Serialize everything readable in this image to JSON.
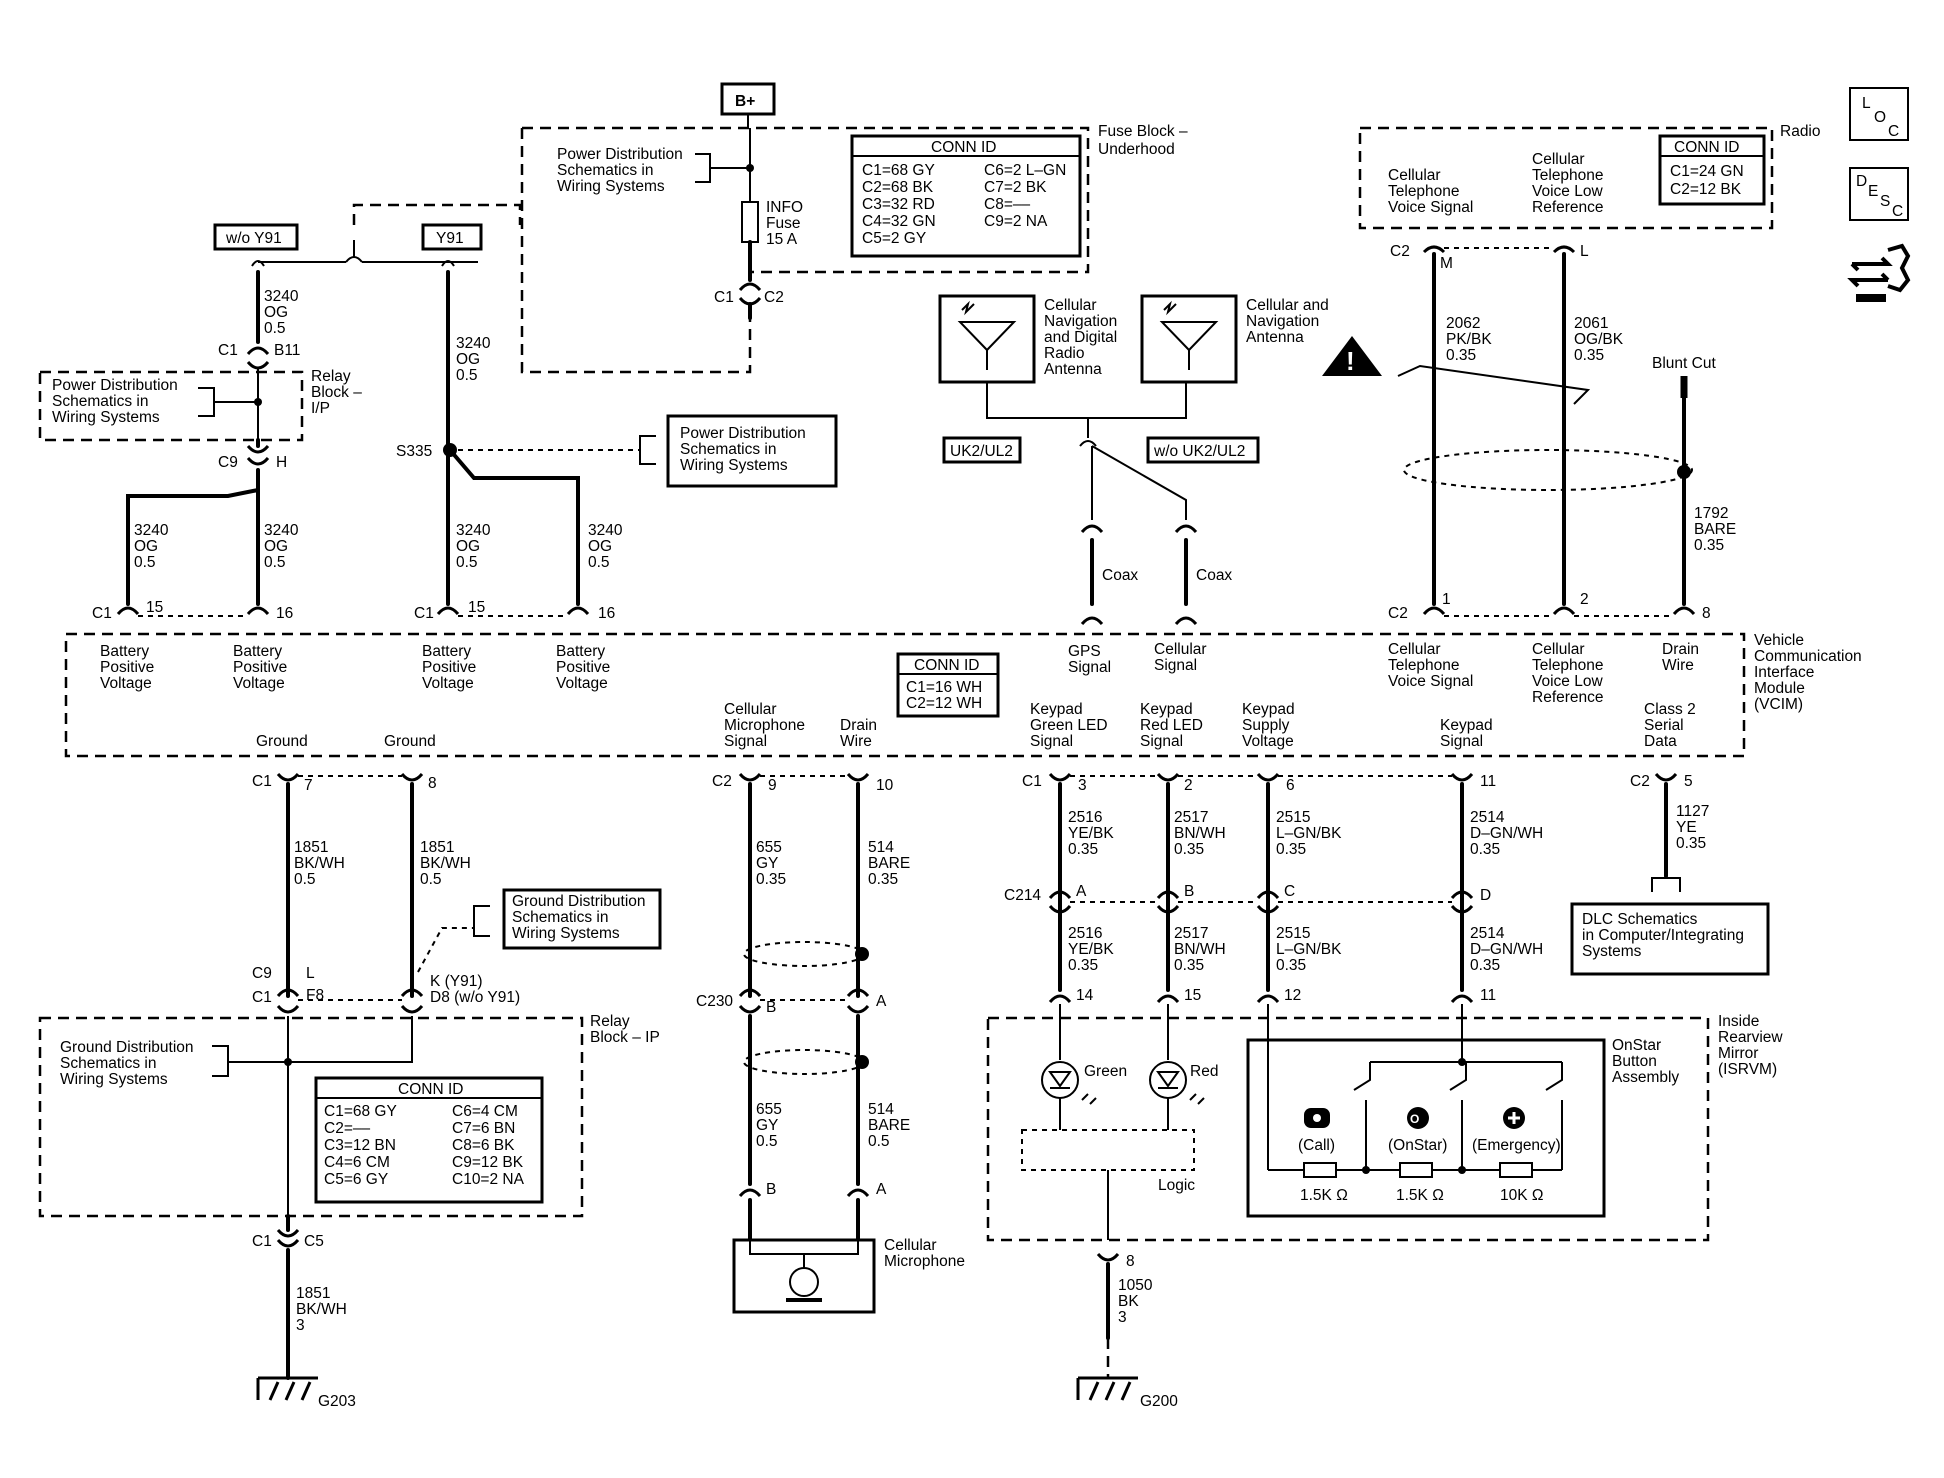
{
  "supply": {
    "b_plus": "B+"
  },
  "fuse_block": {
    "title_1": "Fuse Block –",
    "title_2": "Underhood",
    "pd_ref_1": "Power Distribution",
    "pd_ref_2": "Schematics in",
    "pd_ref_3": "Wiring Systems",
    "fuse_1": "INFO",
    "fuse_2": "Fuse",
    "fuse_3": "15 A",
    "c1": "C1",
    "c2": "C2",
    "conn_title": "CONN ID",
    "conn_left": [
      "C1=68 GY",
      "C2=68 BK",
      "C3=32 RD",
      "C4=32 GN",
      "C5=2 GY"
    ],
    "conn_right": [
      "C6=2 L–GN",
      "C7=2 BK",
      "C8=––",
      "C9=2 NA"
    ]
  },
  "options": {
    "without_y91": "w/o Y91",
    "y91": "Y91",
    "uk2": "UK2/UL2",
    "wo_uk2": "w/o UK2/UL2"
  },
  "wire_3240": {
    "num": "3240",
    "color": "OG",
    "size": "0.5"
  },
  "relay_ip_top": {
    "c1": "C1",
    "b11": "B11",
    "title_1": "Relay",
    "title_2": "Block –",
    "title_3": "I/P",
    "pd_1": "Power Distribution",
    "pd_2": "Schematics in",
    "pd_3": "Wiring Systems",
    "c9": "C9",
    "h": "H"
  },
  "splice": {
    "s335": "S335",
    "pd_1": "Power Distribution",
    "pd_2": "Schematics in",
    "pd_3": "Wiring Systems"
  },
  "antennas": {
    "cell_nav_1": "Cellular",
    "cell_nav_2": "Navigation",
    "cell_nav_3": "and Digital",
    "cell_nav_4": "Radio",
    "cell_nav_5": "Antenna",
    "cn_1": "Cellular and",
    "cn_2": "Navigation",
    "cn_3": "Antenna",
    "coax": "Coax"
  },
  "radio": {
    "title": "Radio",
    "conn_title": "CONN ID",
    "conn": [
      "C1=24 GN",
      "C2=12 BK"
    ],
    "s1_1": "Cellular",
    "s1_2": "Telephone",
    "s1_3": "Voice Signal",
    "s2_1": "Cellular",
    "s2_2": "Telephone",
    "s2_3": "Voice Low",
    "s2_4": "Reference",
    "c2": "C2",
    "m": "M",
    "l": "L"
  },
  "wires_radio": {
    "w2062": [
      "2062",
      "PK/BK",
      "0.35"
    ],
    "w2061": [
      "2061",
      "OG/BK",
      "0.35"
    ],
    "blunt": "Blunt Cut",
    "w1792": [
      "1792",
      "BARE",
      "0.35"
    ]
  },
  "side_icons": {
    "loc_l": "L",
    "loc_o": "O",
    "loc_c": "C",
    "desc_d": "D",
    "desc_e": "E",
    "desc_s": "S",
    "desc_c": "C"
  },
  "vcim": {
    "name_1": "Vehicle",
    "name_2": "Communication",
    "name_3": "Interface",
    "name_4": "Module",
    "name_5": "(VCIM)",
    "c1": "C1",
    "c2": "C2",
    "p15": "15",
    "p16": "16",
    "p1": "1",
    "p2": "2",
    "p8": "8",
    "bpv_1": "Battery",
    "bpv_2": "Positive",
    "bpv_3": "Voltage",
    "gps_1": "GPS",
    "gps_2": "Signal",
    "cell_1": "Cellular",
    "cell_2": "Signal",
    "cv_1": "Cellular",
    "cv_2": "Telephone",
    "cv_3": "Voice Signal",
    "cl_1": "Cellular",
    "cl_2": "Telephone",
    "cl_3": "Voice Low",
    "cl_4": "Reference",
    "dw_1": "Drain",
    "dw_2": "Wire",
    "conn_title": "CONN ID",
    "conn": [
      "C1=16 WH",
      "C2=12 WH"
    ],
    "ground": "Ground",
    "mic_1": "Cellular",
    "mic_2": "Microphone",
    "mic_3": "Signal",
    "drain_1": "Drain",
    "drain_2": "Wire",
    "kg_1": "Keypad",
    "kg_2": "Green LED",
    "kg_3": "Signal",
    "kr_1": "Keypad",
    "kr_2": "Red LED",
    "kr_3": "Signal",
    "ks_1": "Keypad",
    "ks_2": "Supply",
    "ks_3": "Voltage",
    "kp_1": "Keypad",
    "kp_2": "Signal",
    "cs_1": "Class 2",
    "cs_2": "Serial",
    "cs_3": "Data",
    "p7": "7",
    "p8b": "8",
    "p9": "9",
    "p10": "10",
    "p3": "3",
    "p2b": "2",
    "p6": "6",
    "p11": "11",
    "p5": "5"
  },
  "ground_side": {
    "w1851": [
      "1851",
      "BK/WH",
      "0.5"
    ],
    "w1851_3": [
      "1851",
      "BK/WH",
      "3"
    ],
    "gd_1": "Ground Distribution",
    "gd_2": "Schematics in",
    "gd_3": "Wiring Systems",
    "c9": "C9",
    "c1": "C1",
    "l": "L",
    "f8": "F8",
    "k": "K (Y91)",
    "d8": "D8 (w/o Y91)",
    "relay_1": "Relay",
    "relay_2": "Block – IP",
    "conn_title": "CONN ID",
    "conn_left": [
      "C1=68 GY",
      "C2=––",
      "C3=12 BN",
      "C4=6 CM",
      "C5=6 GY"
    ],
    "conn_right": [
      "C6=4 CM",
      "C7=6 BN",
      "C8=6 BK",
      "C9=12 BK",
      "C10=2 NA"
    ],
    "c5": "C5",
    "g203": "G203"
  },
  "mic_side": {
    "w655": [
      "655",
      "GY",
      "0.35"
    ],
    "w514": [
      "514",
      "BARE",
      "0.35"
    ],
    "w655b": [
      "655",
      "GY",
      "0.5"
    ],
    "w514b": [
      "514",
      "BARE",
      "0.5"
    ],
    "c230": "C230",
    "b": "B",
    "a": "A",
    "mic_1": "Cellular",
    "mic_2": "Microphone"
  },
  "keypad_side": {
    "w2516": [
      "2516",
      "YE/BK",
      "0.35"
    ],
    "w2517": [
      "2517",
      "BN/WH",
      "0.35"
    ],
    "w2515": [
      "2515",
      "L–GN/BK",
      "0.35"
    ],
    "w2514": [
      "2514",
      "D–GN/WH",
      "0.35"
    ],
    "c214": "C214",
    "a": "A",
    "b": "B",
    "c": "C",
    "d": "D",
    "p14": "14",
    "p15": "15",
    "p12": "12",
    "p11": "11",
    "green": "Green",
    "red": "Red",
    "logic": "Logic",
    "isrvm_1": "Inside",
    "isrvm_2": "Rearview",
    "isrvm_3": "Mirror",
    "isrvm_4": "(ISRVM)",
    "onstar_1": "OnStar",
    "onstar_2": "Button",
    "onstar_3": "Assembly",
    "call": "(Call)",
    "onstar": "(OnStar)",
    "emergency": "(Emergency)",
    "r1": "1.5K Ω",
    "r2": "1.5K Ω",
    "r3": "10K Ω",
    "p8": "8",
    "w1050": [
      "1050",
      "BK",
      "3"
    ],
    "g200": "G200"
  },
  "dlc": {
    "w1127": [
      "1127",
      "YE",
      "0.35"
    ],
    "ref_1": "DLC Schematics",
    "ref_2": "in Computer/Integrating",
    "ref_3": "Systems"
  }
}
